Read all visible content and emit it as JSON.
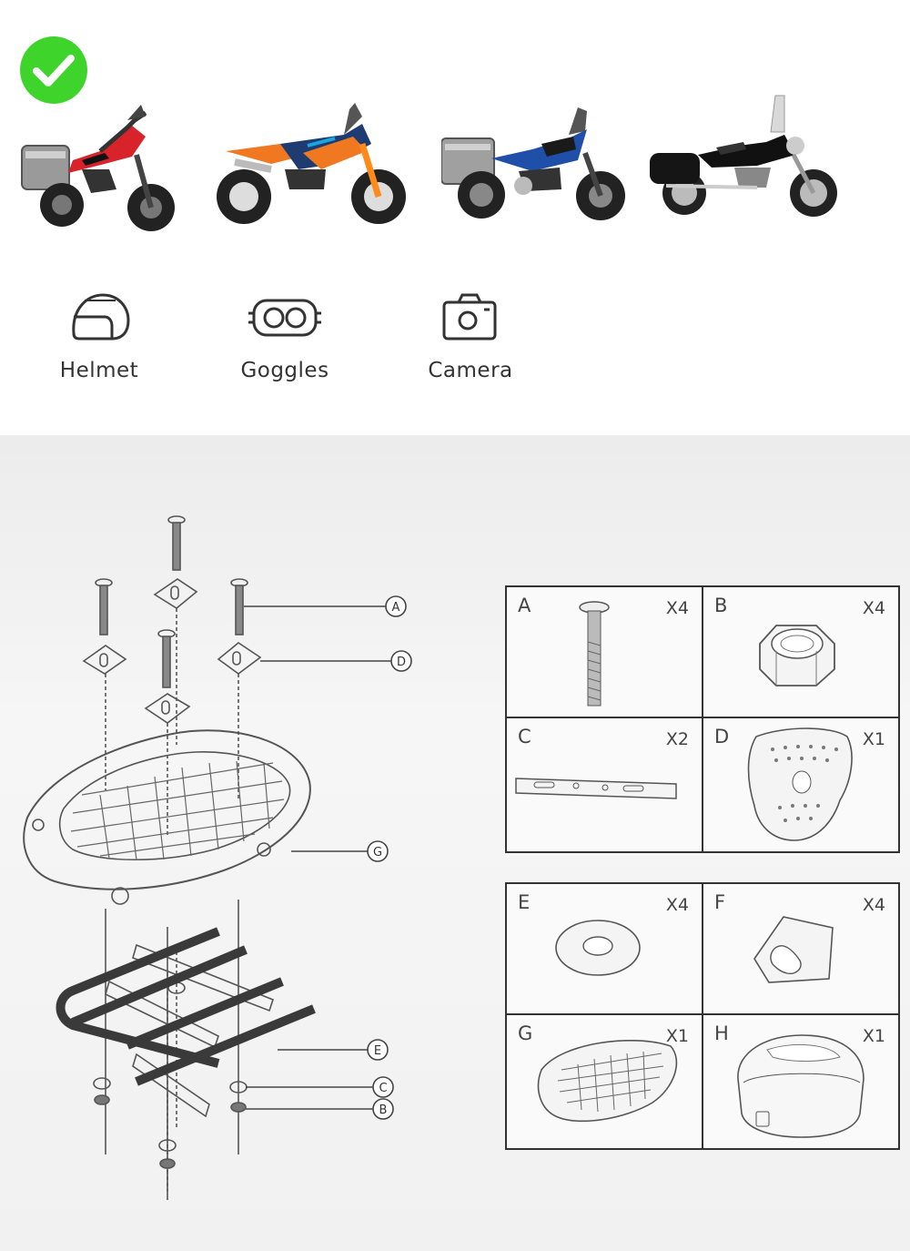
{
  "compatible_badge": {
    "icon": "checkmark-icon",
    "color": "#3fd42c"
  },
  "bikes": [
    {
      "name": "red-adventure-bike"
    },
    {
      "name": "orange-enduro-bike"
    },
    {
      "name": "blue-gs-bike"
    },
    {
      "name": "black-cruiser-bike"
    }
  ],
  "accessories": [
    {
      "icon": "helmet-icon",
      "label": "Helmet"
    },
    {
      "icon": "goggles-icon",
      "label": "Goggles"
    },
    {
      "icon": "camera-icon",
      "label": "Camera"
    }
  ],
  "callouts": [
    "A",
    "D",
    "G",
    "E",
    "C",
    "B"
  ],
  "parts_top": [
    {
      "letter": "A",
      "qty": "X4"
    },
    {
      "letter": "B",
      "qty": "X4"
    },
    {
      "letter": "C",
      "qty": "X2"
    },
    {
      "letter": "D",
      "qty": "X1"
    }
  ],
  "parts_bottom": [
    {
      "letter": "E",
      "qty": "X4"
    },
    {
      "letter": "F",
      "qty": "X4"
    },
    {
      "letter": "G",
      "qty": "X1"
    },
    {
      "letter": "H",
      "qty": "X1"
    }
  ]
}
